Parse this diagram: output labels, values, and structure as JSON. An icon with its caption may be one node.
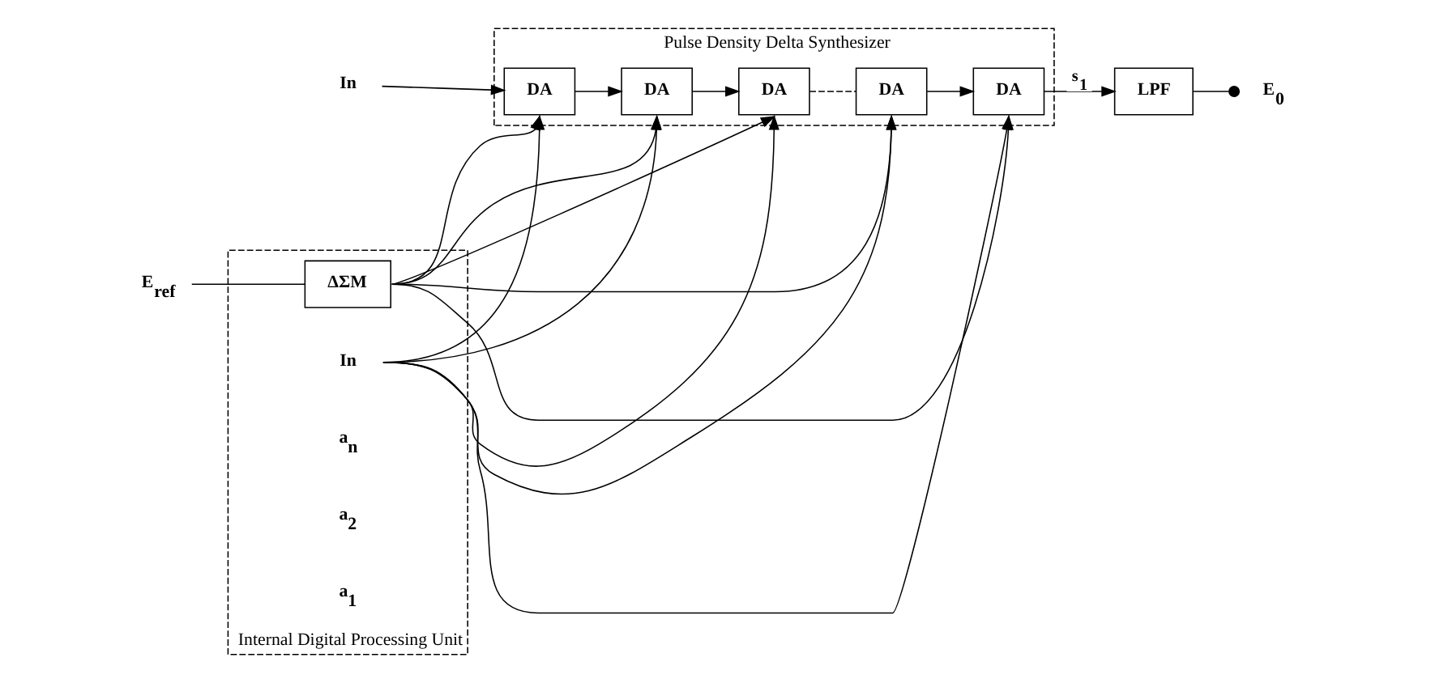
{
  "diagram": {
    "nodes": [
      {
        "text": [
          "Pulse Density Delta Synthesizer"
        ]
      },
      {
        "text": [
          "DA"
        ],
        "in": 0
      },
      {
        "text": [
          "DA"
        ],
        "in": 0
      },
      {
        "text": [
          "DA"
        ],
        "in": 0
      },
      {
        "text": [
          "DA"
        ],
        "in": 0
      },
      {
        "text": [
          "DA"
        ],
        "in": 0
      },
      {
        "text": [
          "LPF"
        ]
      },
      {
        "text": [
          "Internal Digital Processing Unit"
        ]
      },
      {
        "text": [
          "ΔΣM"
        ],
        "in": 7
      },
      {
        "text": [
          "In"
        ]
      },
      {
        "text": [
          "E$_{ref}$"
        ]
      },
      {
        "text": [
          "In"
        ],
        "in": 7
      },
      {
        "text": [
          "E$_{0}$"
        ]
      }
    ],
    "edges": [
      {
        "from": 9,
        "to": 1,
        "arrow": "to"
      },
      {
        "from": 1,
        "to": 2,
        "arrow": "to"
      },
      {
        "from": 2,
        "to": 3,
        "arrow": "to"
      },
      {
        "from": 3,
        "to": 4,
        "arrow": "none",
        "style": "dashed"
      },
      {
        "from": 4,
        "to": 5,
        "arrow": "to"
      },
      {
        "from": 5,
        "to": 6,
        "arrow": "to",
        "label": "s$_{1}$"
      },
      {
        "from": 6,
        "to": 12,
        "arrow": "other"
      },
      {
        "from": 10,
        "to": 8,
        "arrow": "none"
      },
      {
        "from": 8,
        "to": 1,
        "arrow": "to"
      },
      {
        "from": 11,
        "to": 1,
        "arrow": "to"
      },
      {
        "from": 8,
        "to": 2,
        "arrow": "to"
      },
      {
        "from": 11,
        "to": 2,
        "arrow": "to"
      },
      {
        "from": 8,
        "to": 3,
        "arrow": "to"
      },
      {
        "from": 11,
        "to": 3,
        "arrow": "to"
      },
      {
        "from": 8,
        "to": 4,
        "arrow": "to"
      },
      {
        "from": 11,
        "to": 4,
        "arrow": "to"
      },
      {
        "from": 8,
        "to": 5,
        "arrow": "to"
      },
      {
        "from": 11,
        "to": 5,
        "arrow": "to"
      }
    ],
    "labels": [
      "a$_{n}$",
      "a$_{2}$",
      "a$_{1}$"
    ]
  }
}
